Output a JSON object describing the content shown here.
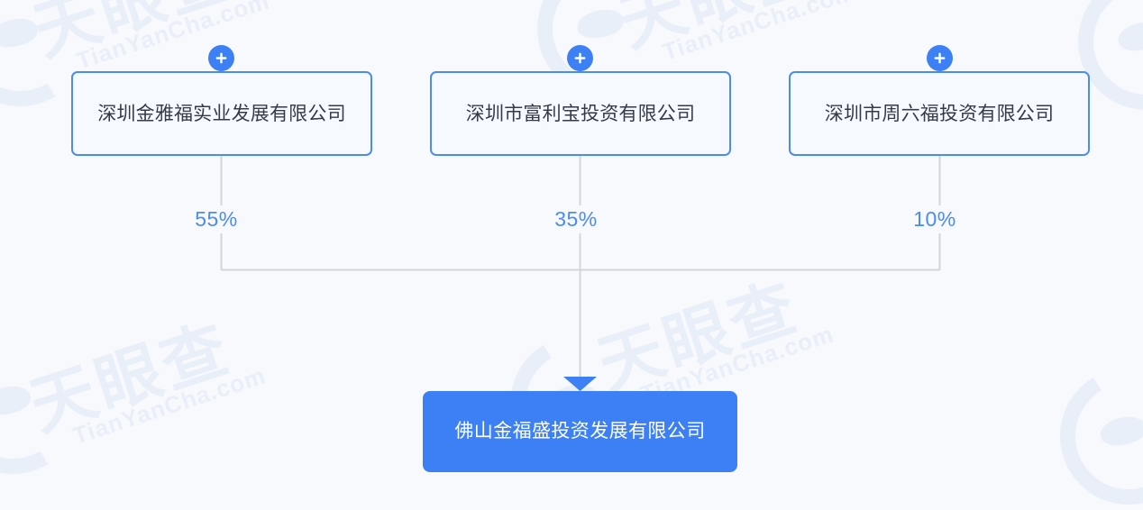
{
  "page": {
    "background_color": "#f7f9fc",
    "accent_color": "#3d7ff5",
    "edge_color": "#d2d5da",
    "card_border_color": "#4a8cf0",
    "card_fill_color": "#f6f9ff",
    "card_text_color": "#333b44",
    "percent_text_color": "#4b8bf8",
    "watermark_color": "#e9eff9"
  },
  "watermark": {
    "cn_text": "天眼查",
    "en_text": "TianYanCha.com",
    "logo_icon": "eye-logo-icon"
  },
  "chart_data": {
    "type": "diagram",
    "subtype": "shareholder-structure-tree",
    "title": "",
    "target": {
      "name": "佛山金福盛投资发展有限公司",
      "role": "company"
    },
    "shareholders": [
      {
        "name": "深圳金雅福实业发展有限公司",
        "percent": "55%",
        "value": 55
      },
      {
        "name": "深圳市富利宝投资有限公司",
        "percent": "35%",
        "value": 35
      },
      {
        "name": "深圳市周六福投资有限公司",
        "percent": "10%",
        "value": 10
      }
    ],
    "edge_labels": [
      "55%",
      "35%",
      "10%"
    ],
    "direction": "top-to-bottom"
  },
  "nodes": {
    "shareholders": [
      {
        "name": "深圳金雅福实业发展有限公司",
        "percent": "55%",
        "expand_icon": "plus-icon",
        "expand_tooltip": "+"
      },
      {
        "name": "深圳市富利宝投资有限公司",
        "percent": "35%",
        "expand_icon": "plus-icon",
        "expand_tooltip": "+"
      },
      {
        "name": "深圳市周六福投资有限公司",
        "percent": "10%",
        "expand_icon": "plus-icon",
        "expand_tooltip": "+"
      }
    ],
    "company": {
      "name": "佛山金福盛投资发展有限公司"
    }
  }
}
